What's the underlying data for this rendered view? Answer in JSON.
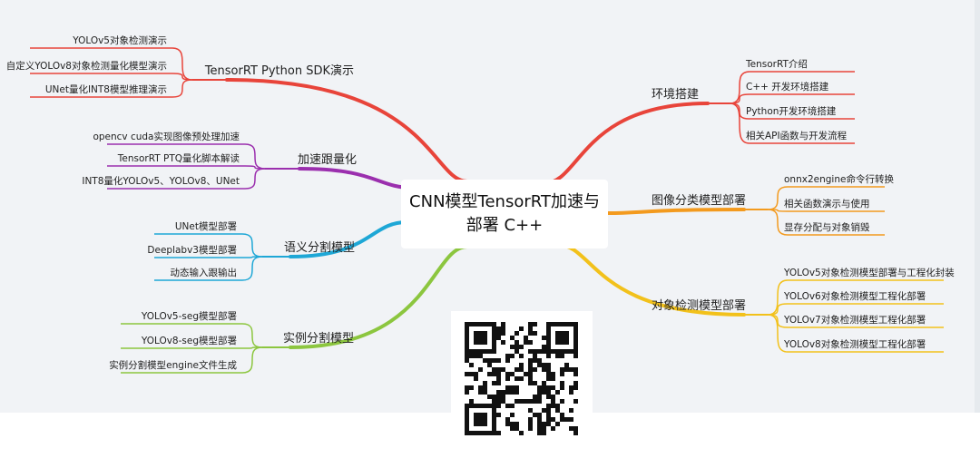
{
  "center": {
    "line1": "CNN模型TensorRT加速与",
    "line2": "部署 C++"
  },
  "branches": [
    {
      "id": "b1",
      "side": "left",
      "color": "#e8443a",
      "label": "TensorRT Python SDK演示",
      "children": [
        "YOLOv5对象检测演示",
        "自定义YOLOv8对象检测量化模型演示",
        "UNet量化INT8模型推理演示"
      ]
    },
    {
      "id": "b2",
      "side": "left",
      "color": "#9b2fae",
      "label": "加速跟量化",
      "children": [
        "opencv cuda实现图像预处理加速",
        "TensorRT PTQ量化脚本解读",
        "INT8量化YOLOv5、YOLOv8、UNet"
      ]
    },
    {
      "id": "b3",
      "side": "left",
      "color": "#1ea7d6",
      "label": "语义分割模型",
      "children": [
        "UNet模型部署",
        "Deeplabv3模型部署",
        "动态输入跟输出"
      ]
    },
    {
      "id": "b4",
      "side": "left",
      "color": "#8cc63f",
      "label": "实例分割模型",
      "children": [
        "YOLOv5-seg模型部署",
        "YOLOv8-seg模型部署",
        "实例分割模型engine文件生成"
      ]
    },
    {
      "id": "b5",
      "side": "right",
      "color": "#e8443a",
      "label": "环境搭建",
      "children": [
        "TensorRT介绍",
        "C++ 开发环境搭建",
        "Python开发环境搭建",
        "相关API函数与开发流程"
      ]
    },
    {
      "id": "b6",
      "side": "right",
      "color": "#f39a1e",
      "label": "图像分类模型部署",
      "children": [
        "onnx2engine命令行转换",
        "相关函数演示与使用",
        "显存分配与对象销毁"
      ]
    },
    {
      "id": "b7",
      "side": "right",
      "color": "#f2c11b",
      "label": "对象检测模型部署",
      "children": [
        "YOLOv5对象检测模型部署与工程化封装",
        "YOLOv6对象检测模型工程化部署",
        "YOLOv7对象检测模型工程化部署",
        "YOLOv8对象检测模型工程化部署"
      ]
    }
  ]
}
